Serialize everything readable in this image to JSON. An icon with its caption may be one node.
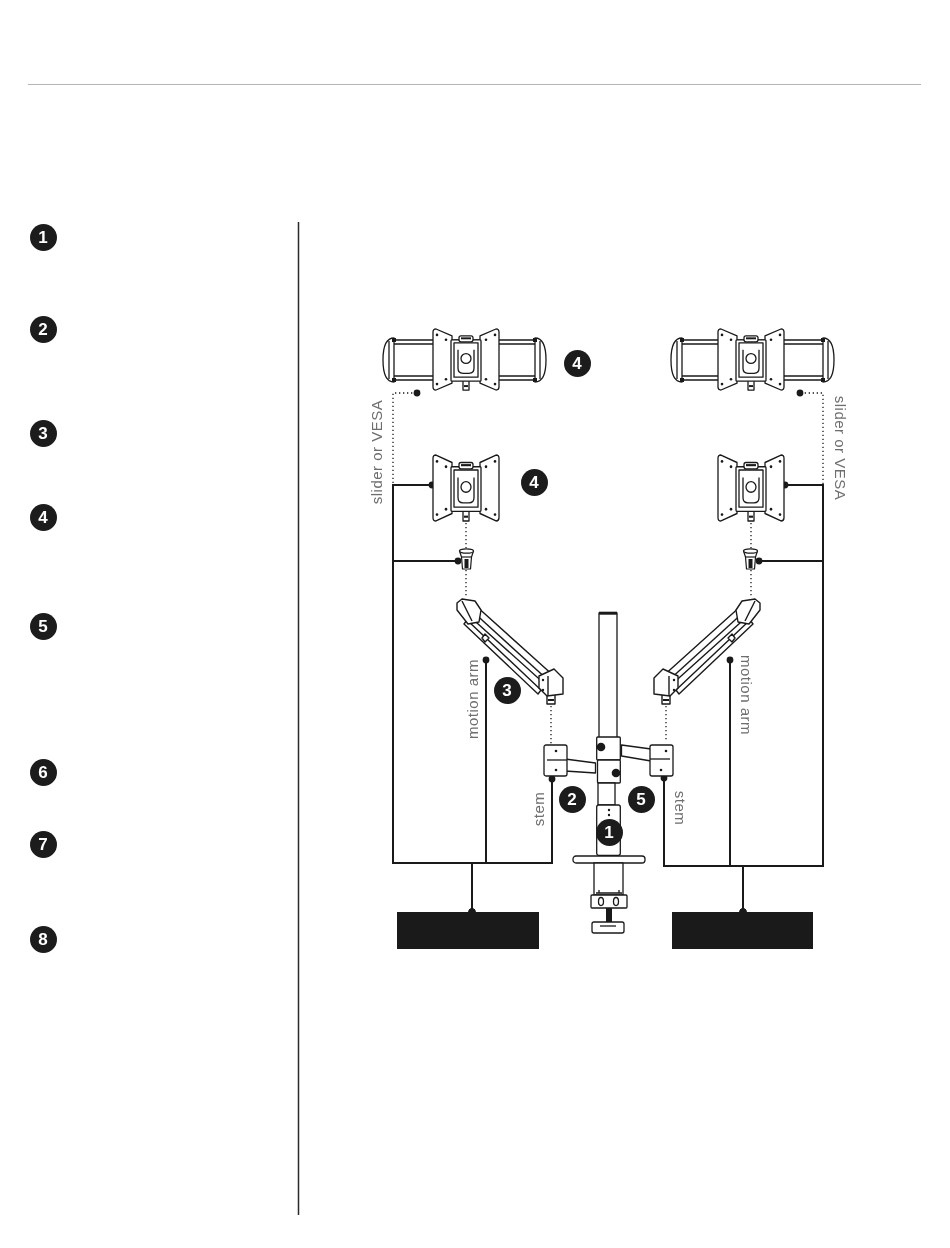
{
  "diagram": {
    "nodes": [
      {
        "text": [],
        "shape": "picture"
      },
      {
        "text": [],
        "shape": "picture"
      },
      {
        "text": [],
        "shape": "picture"
      },
      {
        "text": [],
        "shape": "picture"
      },
      {
        "text": [],
        "shape": "picture"
      },
      {
        "text": [],
        "shape": "picture"
      },
      {
        "text": [],
        "shape": "picture"
      },
      {
        "text": [],
        "shape": "picture"
      },
      {
        "text": [],
        "shape": "picture"
      },
      {
        "text": [],
        "shape": "picture"
      },
      {
        "text": [],
        "shape": "box"
      },
      {
        "text": [],
        "shape": "box"
      }
    ],
    "edges": [
      {
        "from": 10,
        "to": 0,
        "arrow": "other",
        "style": "dashed",
        "label": "slider or VESA"
      },
      {
        "from": 10,
        "to": 2,
        "arrow": "other"
      },
      {
        "from": 10,
        "to": 4,
        "arrow": "other"
      },
      {
        "from": 10,
        "to": 6,
        "arrow": "other",
        "label": "motion arm"
      },
      {
        "from": 10,
        "to": 8,
        "arrow": "other",
        "label": "stem"
      },
      {
        "from": 11,
        "to": 1,
        "arrow": "other",
        "style": "dashed",
        "label": "slider or VESA"
      },
      {
        "from": 11,
        "to": 3,
        "arrow": "other"
      },
      {
        "from": 11,
        "to": 5,
        "arrow": "other"
      },
      {
        "from": 11,
        "to": 7,
        "arrow": "other",
        "label": "motion arm"
      },
      {
        "from": 11,
        "to": 9,
        "arrow": "other",
        "label": "stem"
      },
      {
        "from": 2,
        "to": 4,
        "arrow": "none",
        "style": "dashed"
      },
      {
        "from": 4,
        "to": 6,
        "arrow": "none",
        "style": "dashed"
      },
      {
        "from": 6,
        "to": 8,
        "arrow": "none",
        "style": "dashed"
      },
      {
        "from": 3,
        "to": 5,
        "arrow": "none",
        "style": "dashed"
      },
      {
        "from": 5,
        "to": 7,
        "arrow": "none",
        "style": "dashed"
      },
      {
        "from": 7,
        "to": 9,
        "arrow": "none",
        "style": "dashed"
      }
    ],
    "labels": [
      "1",
      "2",
      "3",
      "4",
      "5",
      "6",
      "7",
      "8",
      "4",
      "4",
      "3",
      "2",
      "5",
      "1"
    ]
  }
}
